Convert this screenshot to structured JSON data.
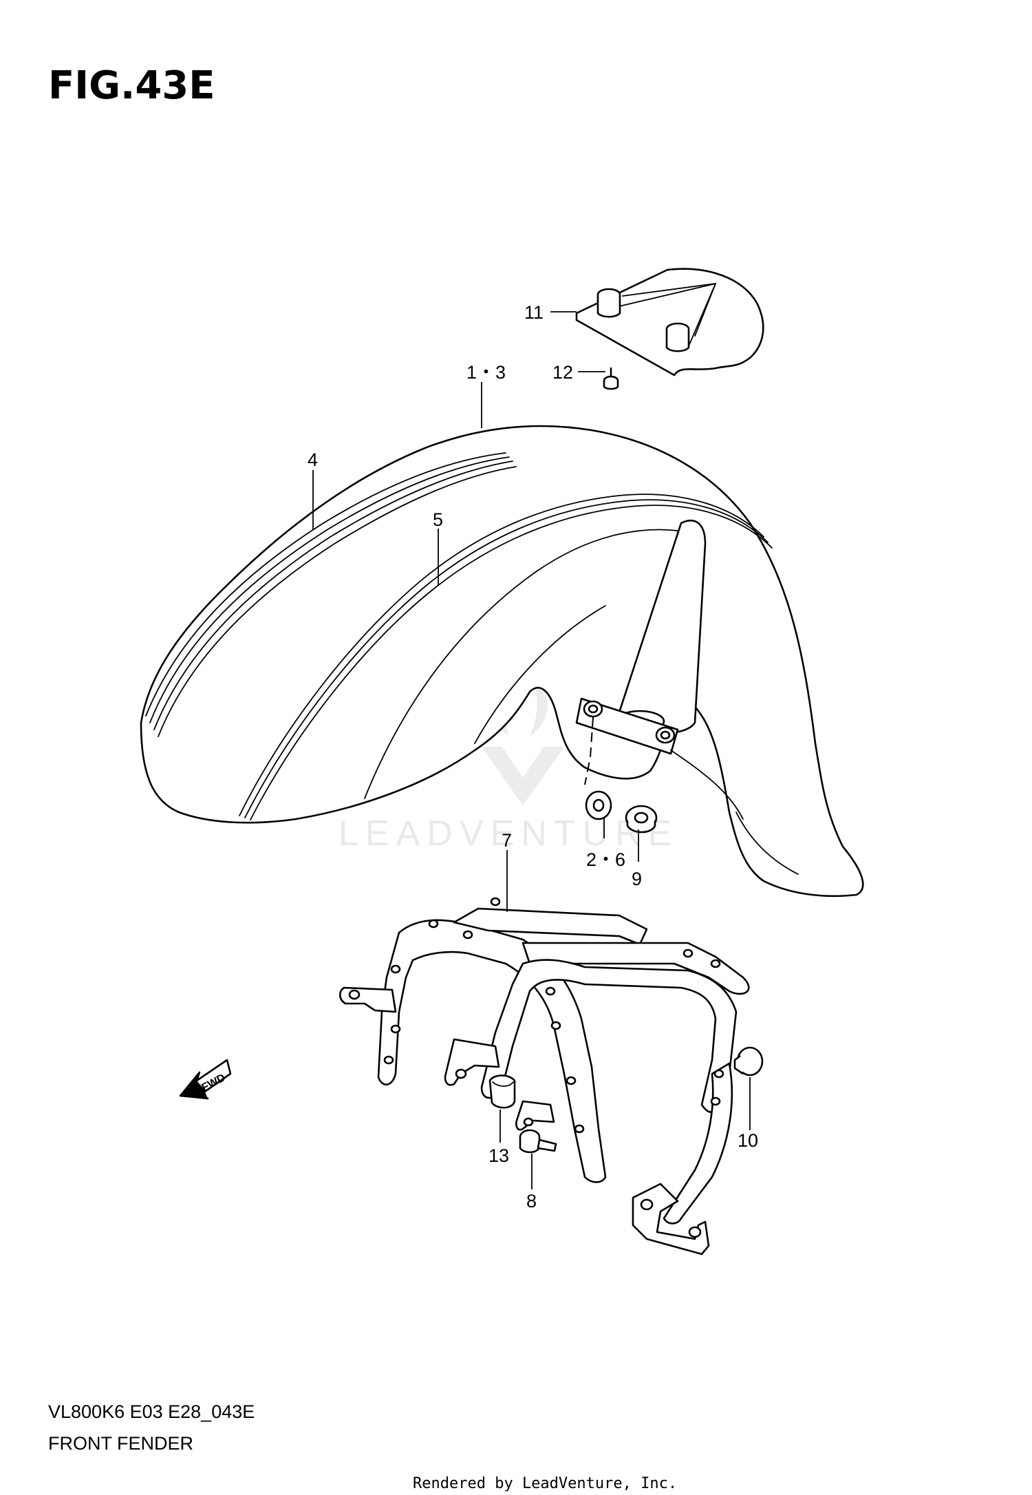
{
  "figure": {
    "title": "FIG.43E",
    "model_code": "VL800K6 E03 E28_043E",
    "caption": "FRONT FENDER",
    "credit": "Rendered by LeadVenture, Inc.",
    "watermark": "LEADVENTURE"
  },
  "callouts": [
    {
      "id": "c1",
      "label": "1・3"
    },
    {
      "id": "c2",
      "label": "2・6"
    },
    {
      "id": "c4",
      "label": "4"
    },
    {
      "id": "c5",
      "label": "5"
    },
    {
      "id": "c7",
      "label": "7"
    },
    {
      "id": "c8",
      "label": "8"
    },
    {
      "id": "c9",
      "label": "9"
    },
    {
      "id": "c10",
      "label": "10"
    },
    {
      "id": "c11",
      "label": "11"
    },
    {
      "id": "c12",
      "label": "12"
    },
    {
      "id": "c13",
      "label": "13"
    }
  ],
  "direction_arrow": {
    "label": "FWD"
  }
}
